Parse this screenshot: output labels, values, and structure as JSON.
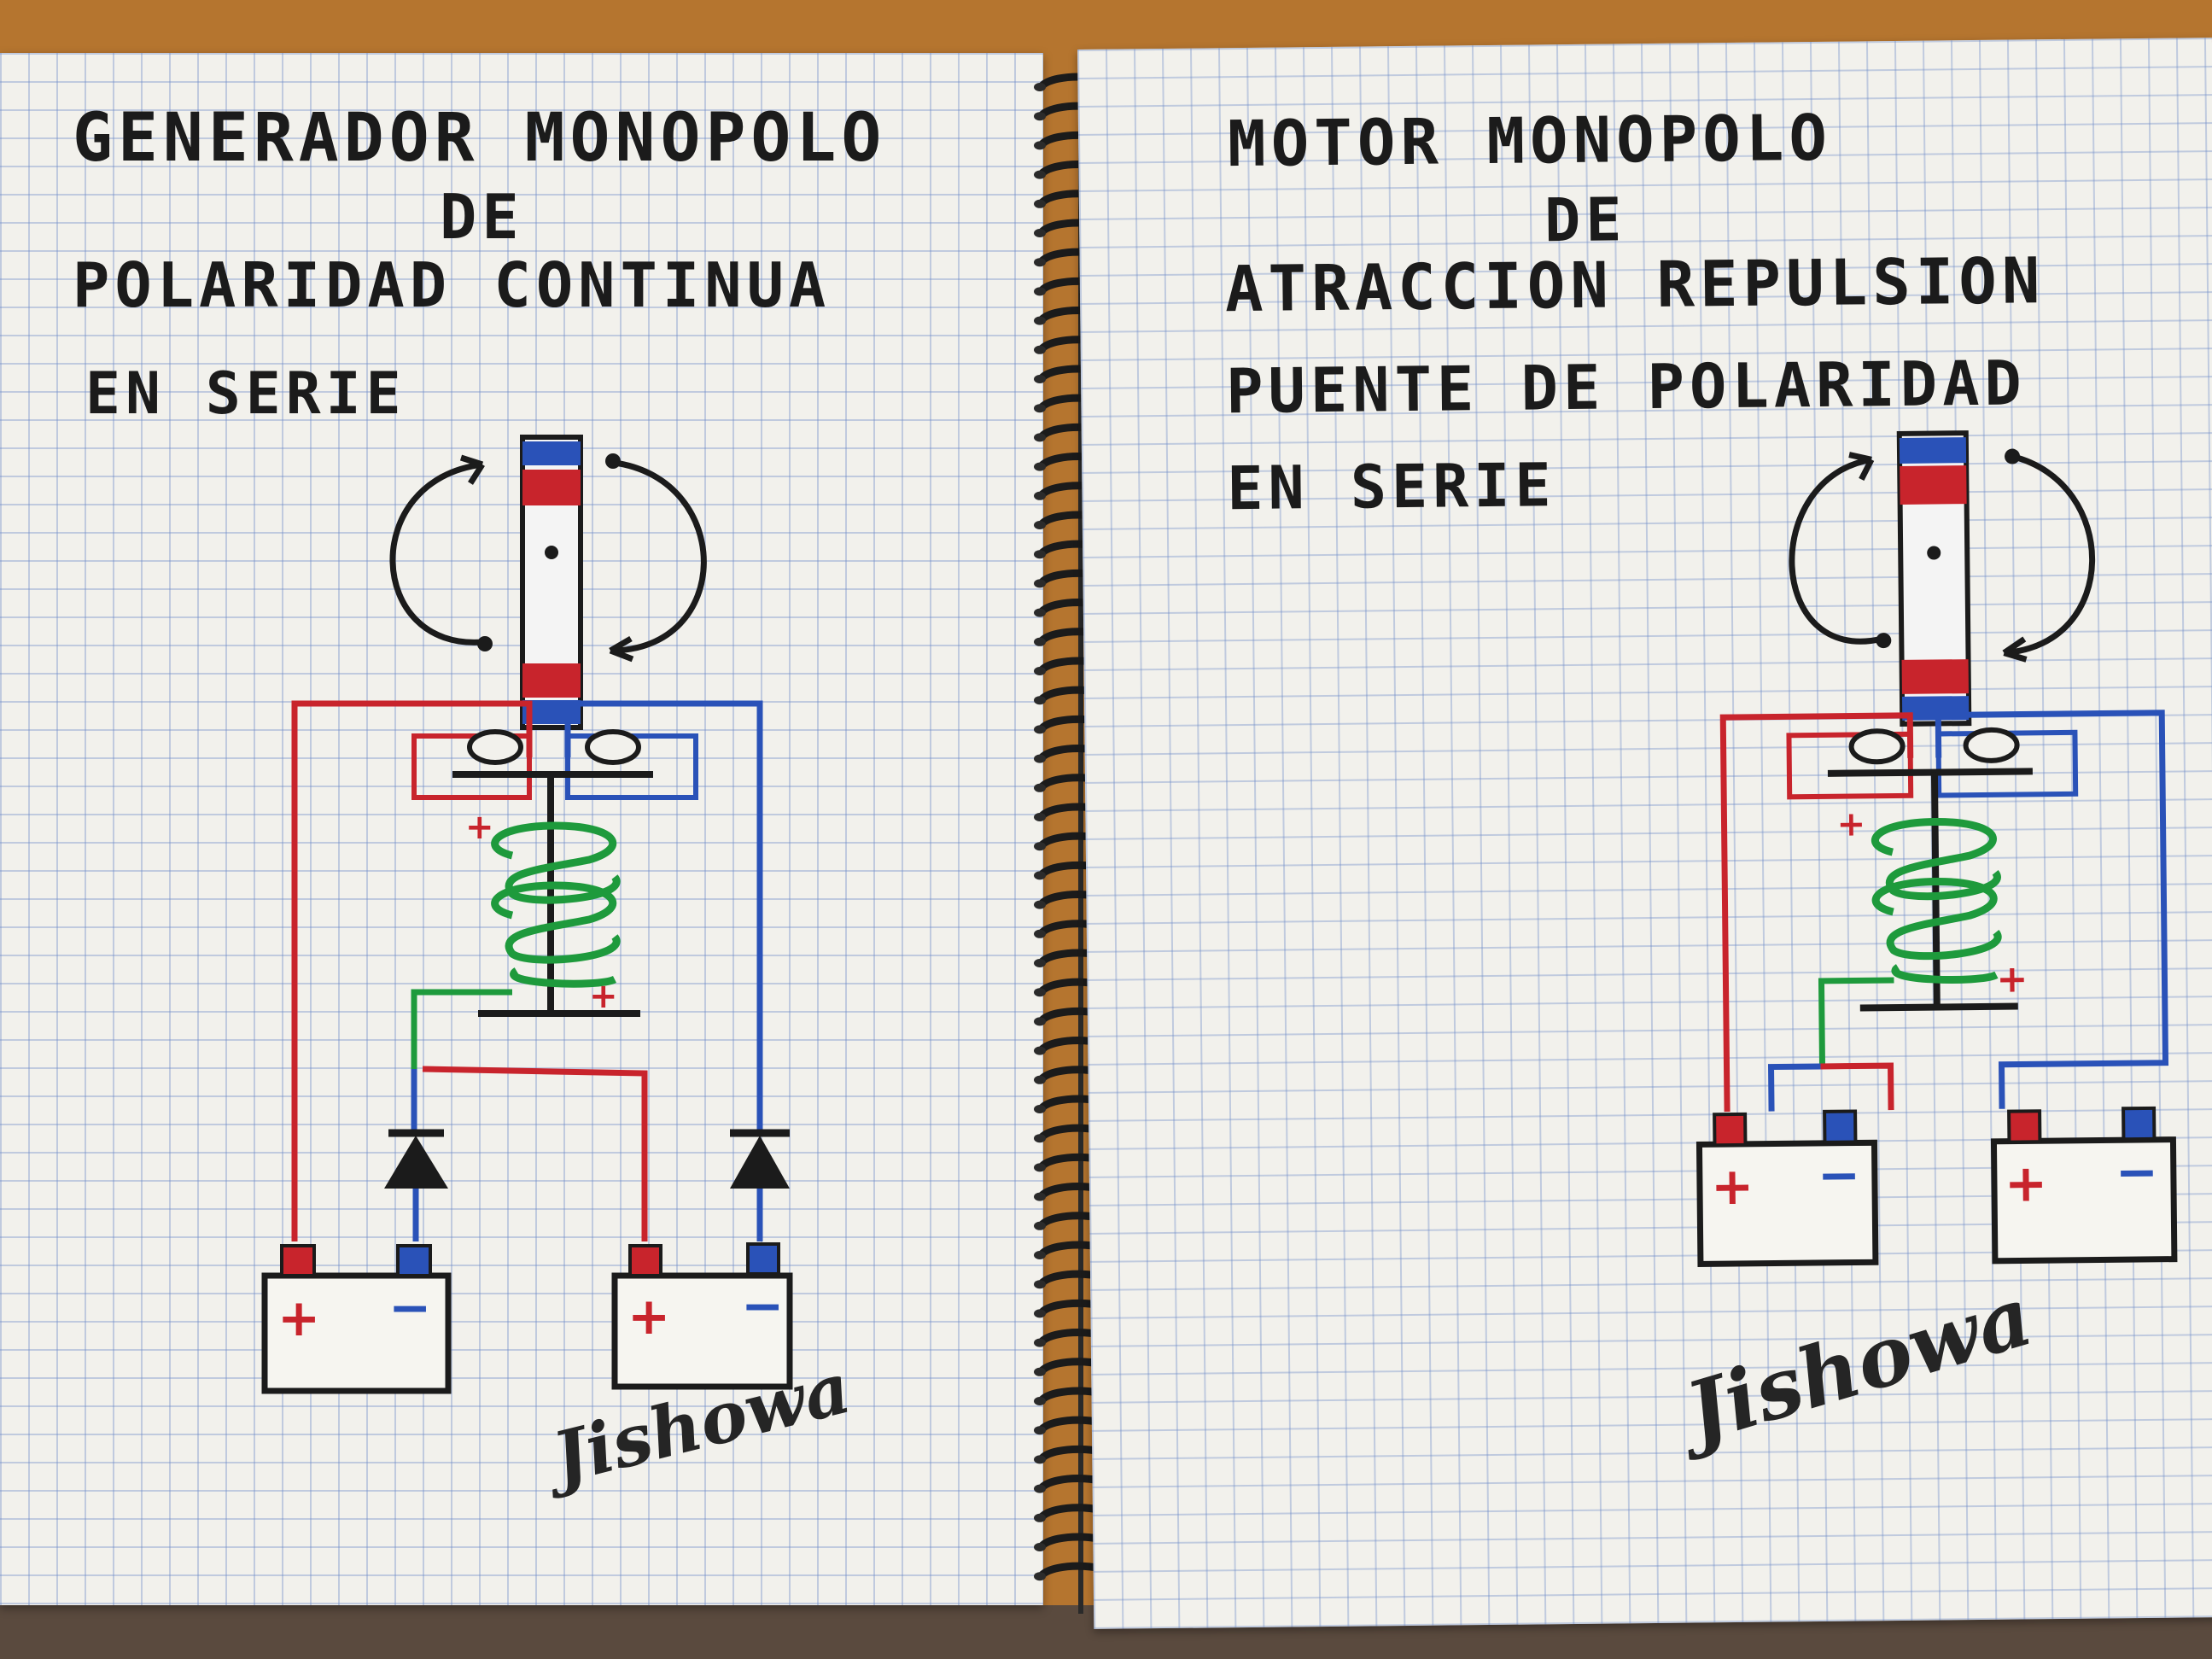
{
  "left_page": {
    "title_line_1": "GENERADOR MONOPOLO",
    "title_line_2": "DE",
    "title_line_3": "POLARIDAD CONTINUA",
    "title_line_4": "EN SERIE",
    "coil_plus": "+",
    "relay_plus": "+",
    "battery_1": {
      "plus": "+",
      "minus": "−"
    },
    "battery_2": {
      "plus": "+",
      "minus": "−"
    },
    "signature": "Jishowa"
  },
  "right_page": {
    "title_line_1": "MOTOR MONOPOLO",
    "title_line_2": "DE",
    "title_line_3": "ATRACCION REPULSION",
    "title_line_4": "PUENTE DE POLARIDAD",
    "title_line_5": "EN SERIE",
    "coil_plus": "+",
    "relay_plus": "+",
    "battery_1": {
      "plus": "+",
      "minus": "−"
    },
    "battery_2": {
      "plus": "+",
      "minus": "−"
    },
    "signature": "Jishowa"
  },
  "colors": {
    "wire_positive": "#c8242c",
    "wire_negative": "#2a52b8",
    "coil": "#1e9a3c",
    "ink": "#1b1b1b",
    "magnet_north": "#c8242c",
    "magnet_south": "#2a52b8"
  }
}
